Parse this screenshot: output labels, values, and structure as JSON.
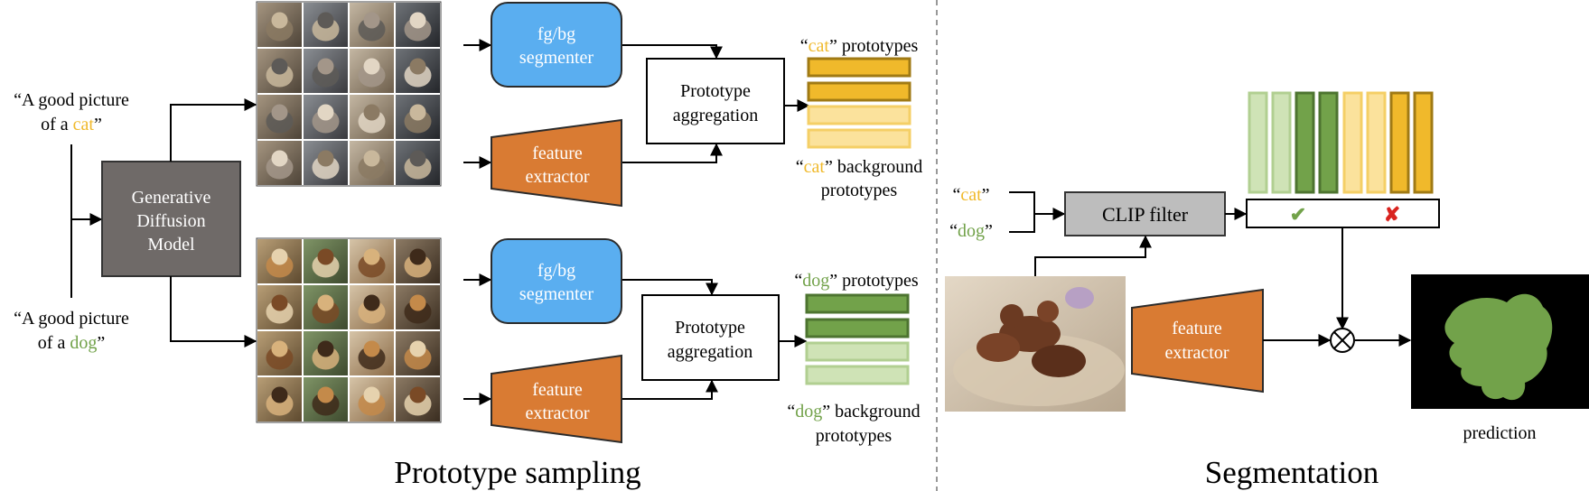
{
  "prompts": {
    "cat": {
      "line1": "“A good picture",
      "line2_pre": "of a ",
      "word": "cat",
      "line2_post": "”"
    },
    "dog": {
      "line1": "“A good picture",
      "line2_pre": "of a ",
      "word": "dog",
      "line2_post": "”"
    }
  },
  "gen_model": {
    "lines": [
      "Generative",
      "Diffusion",
      "Model"
    ]
  },
  "blocks": {
    "segmenter": [
      "fg/bg",
      "segmenter"
    ],
    "extractor": [
      "feature",
      "extractor"
    ],
    "aggregation": [
      "Prototype",
      "aggregation"
    ],
    "clip_filter": "CLIP filter"
  },
  "prototypes": {
    "cat": {
      "fg_word": "cat",
      "fg_rest": " prototypes",
      "bg_word": "cat",
      "bg_rest": " background",
      "bg_line2": "prototypes"
    },
    "dog": {
      "fg_word": "dog",
      "fg_rest": " prototypes",
      "bg_word": "dog",
      "bg_rest": " background",
      "bg_line2": "prototypes"
    }
  },
  "seg_inputs": {
    "cat": "cat",
    "dog": "dog"
  },
  "marks": {
    "check": "✔",
    "cross": "✘"
  },
  "output_label": "prediction",
  "sections": {
    "left": "Prototype sampling",
    "right": "Segmentation"
  },
  "colors": {
    "cat": "#f0b92b",
    "dog": "#72a24a",
    "segmenter": "#5aaef0",
    "extractor": "#d97b33",
    "gen_model": "#6f6a68",
    "clip": "#bdbdbd",
    "cross": "#d9231f"
  }
}
